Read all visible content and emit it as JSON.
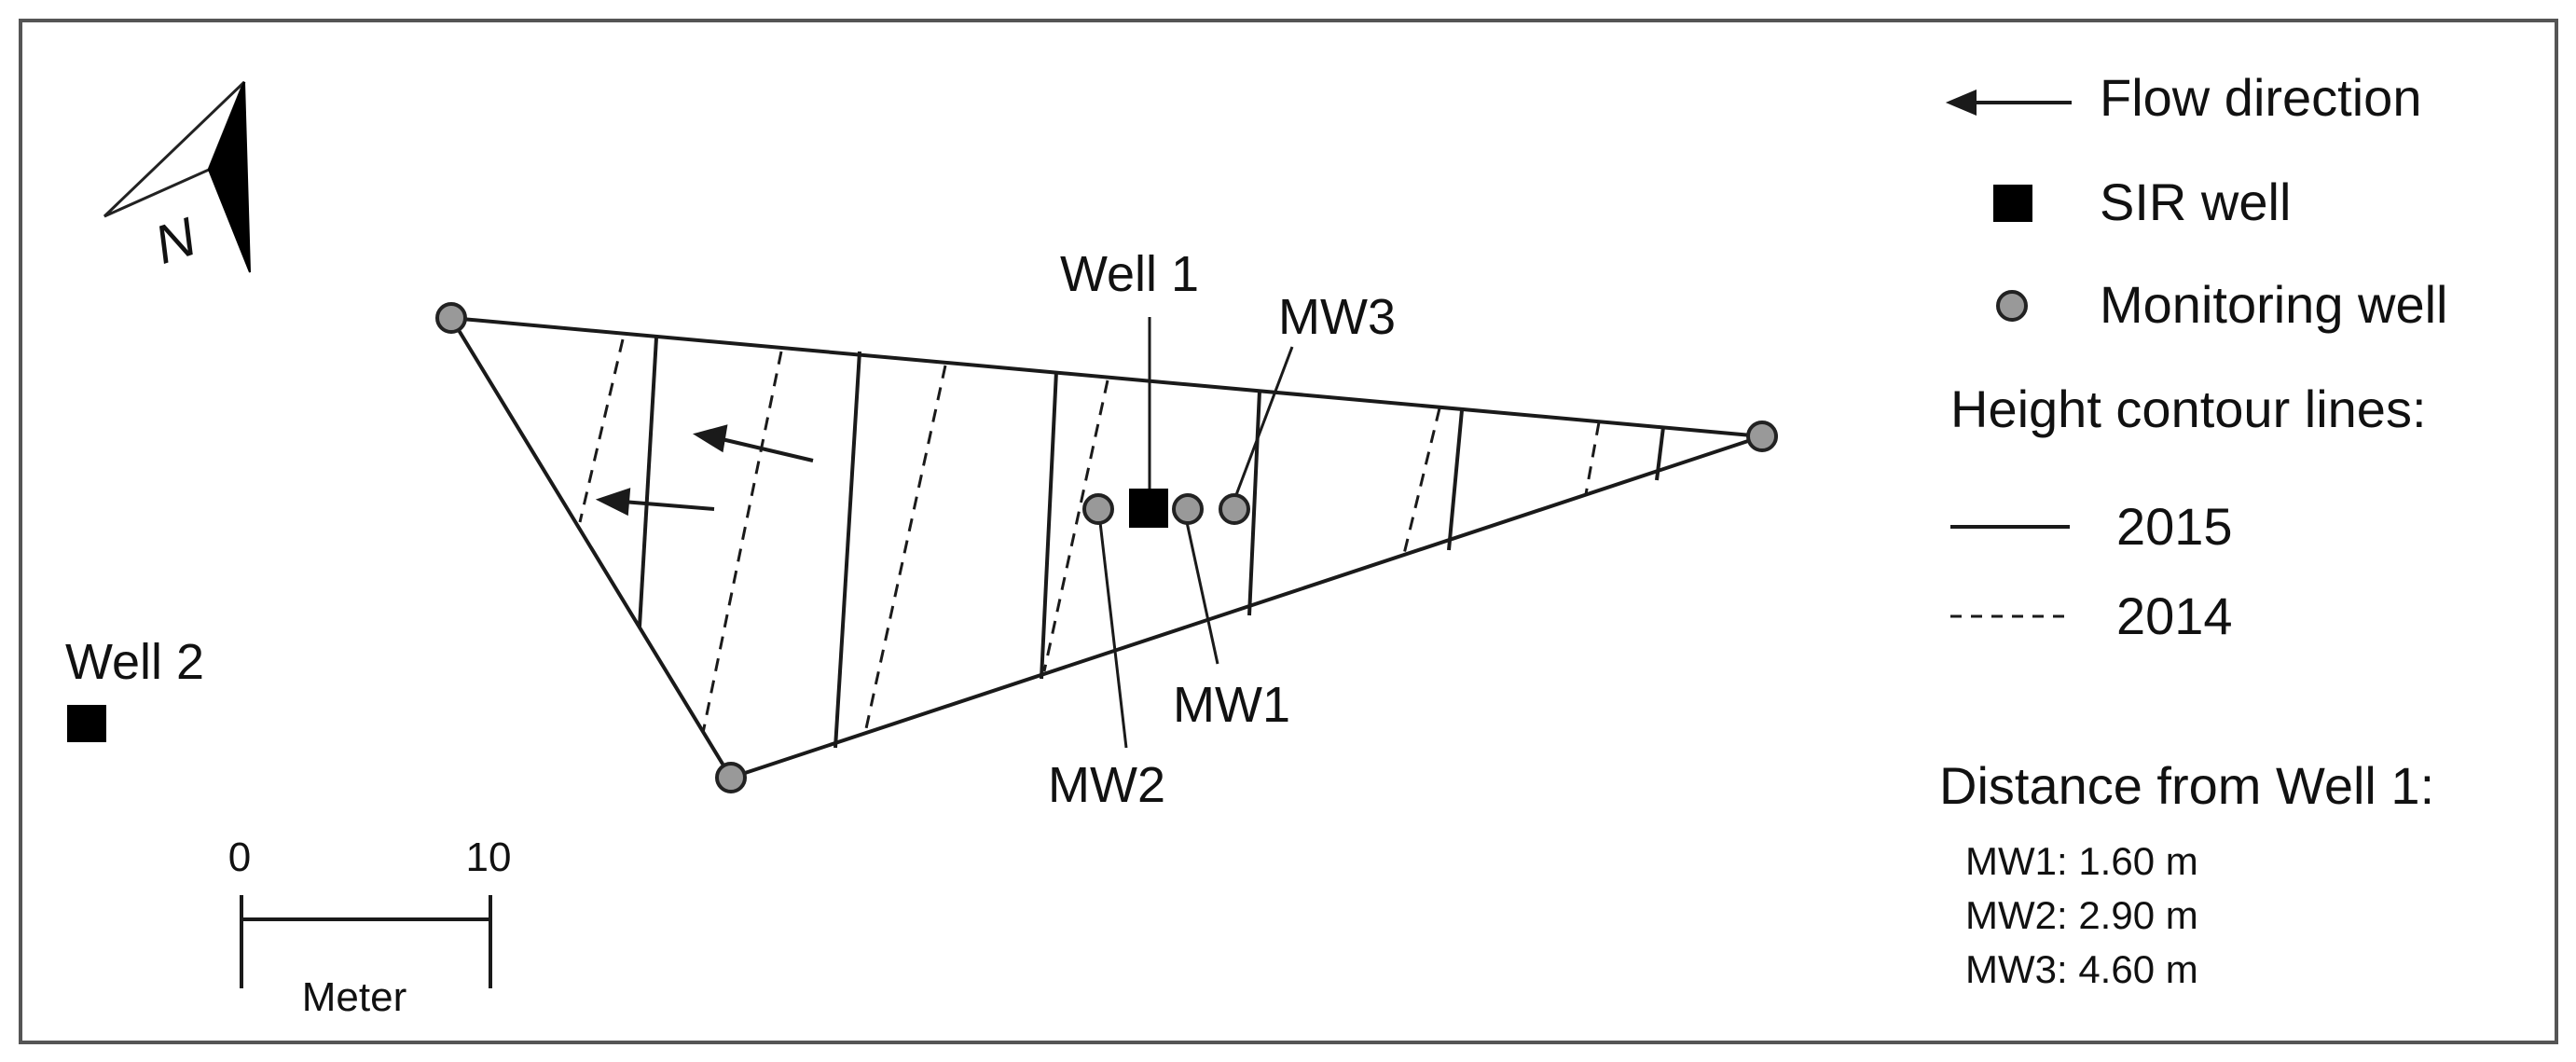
{
  "map": {
    "north_label": "N",
    "wells": {
      "well1": "Well 1",
      "well2": "Well 2",
      "mw1": "MW1",
      "mw2": "MW2",
      "mw3": "MW3"
    },
    "scale_bar": {
      "start_label": "0",
      "end_label": "10",
      "unit_label": "Meter"
    }
  },
  "legend": {
    "flow_direction": "Flow direction",
    "sir_well": "SIR well",
    "monitoring_well": "Monitoring well",
    "contours_title": "Height contour lines:",
    "contour_2015": "2015",
    "contour_2014": "2014",
    "distance_title": "Distance from Well 1:",
    "distances": [
      "MW1: 1.60 m",
      "MW2: 2.90 m",
      "MW3: 4.60 m"
    ]
  },
  "colors": {
    "line": "#1a1a1a",
    "monitoring_well_fill": "#999999",
    "sir_well_fill": "#000000",
    "frame": "#555555"
  }
}
